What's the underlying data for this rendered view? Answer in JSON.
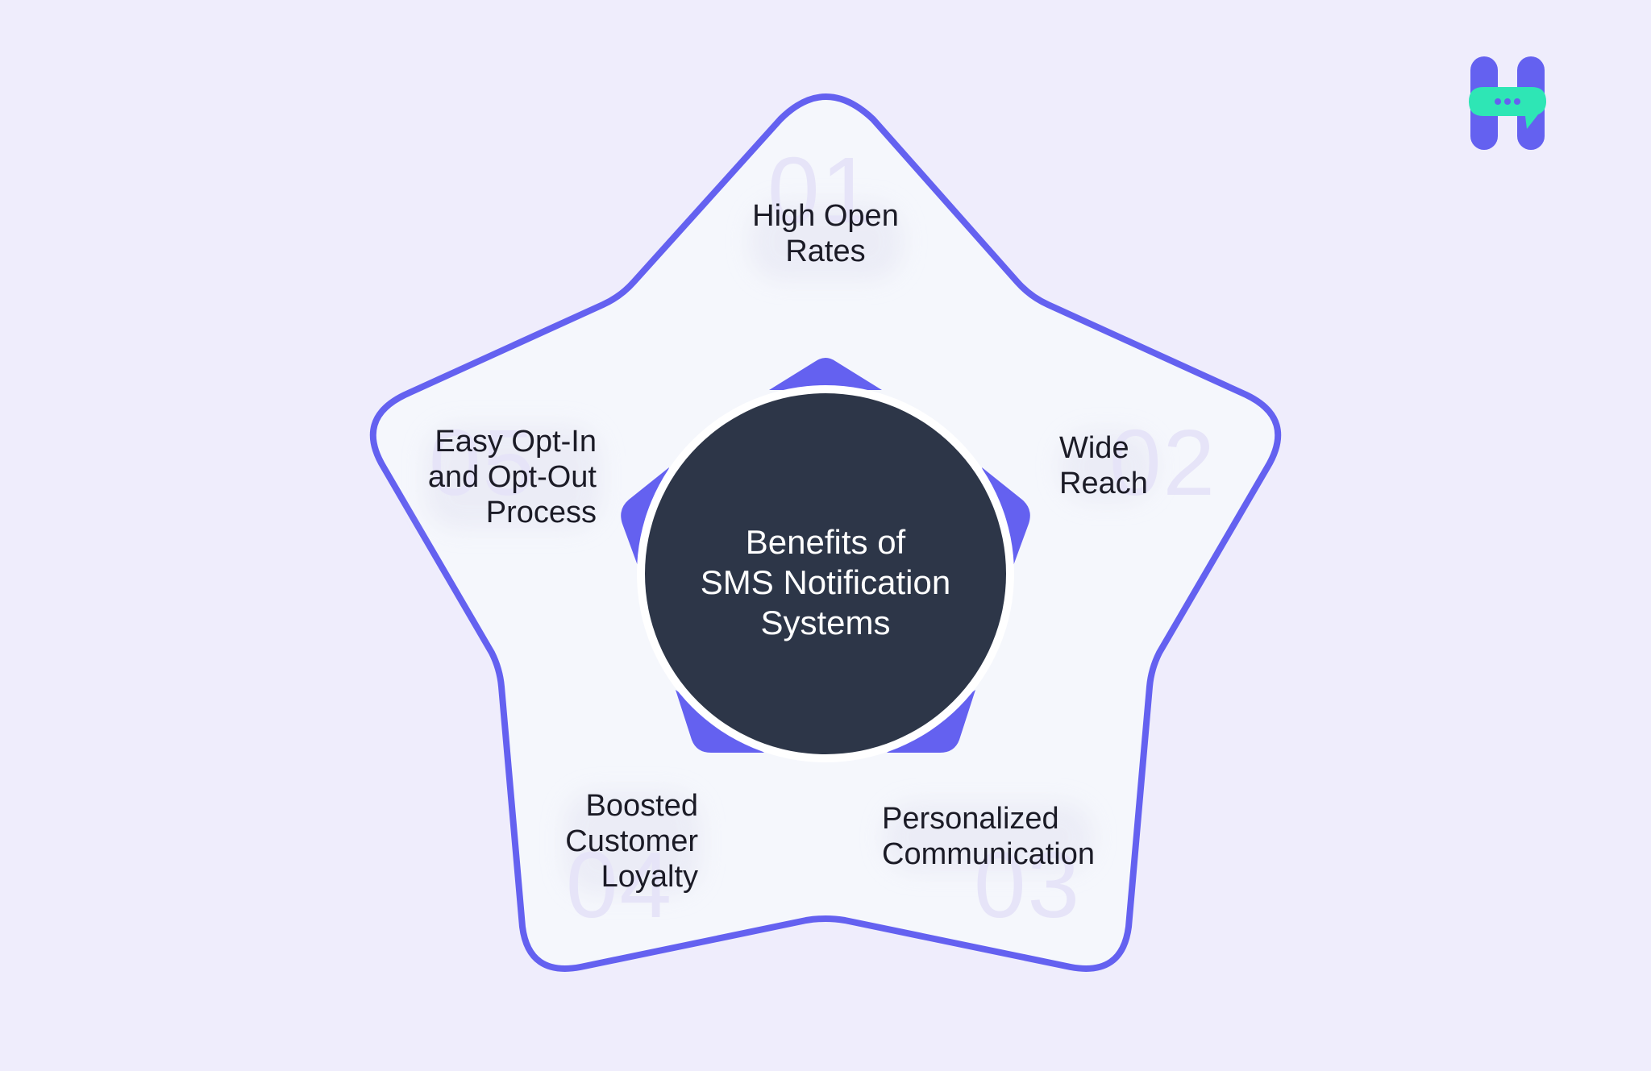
{
  "center": {
    "title": "Benefits of\nSMS Notification\nSystems"
  },
  "items": [
    {
      "number": "01",
      "label": "High Open\nRates"
    },
    {
      "number": "02",
      "label": "Wide\nReach"
    },
    {
      "number": "03",
      "label": "Personalized\nCommunication"
    },
    {
      "number": "04",
      "label": "Boosted\nCustomer\nLoyalty"
    },
    {
      "number": "05",
      "label": "Easy Opt-In\nand Opt-Out\nProcess"
    }
  ],
  "colors": {
    "accent": "#6461f0",
    "center_fill": "#2d3648",
    "background": "#efedfc",
    "star_fill": "#f5f7fc",
    "logo_bubble": "#2ee6b5"
  },
  "logo": {
    "icon": "chat-h-logo-icon"
  }
}
